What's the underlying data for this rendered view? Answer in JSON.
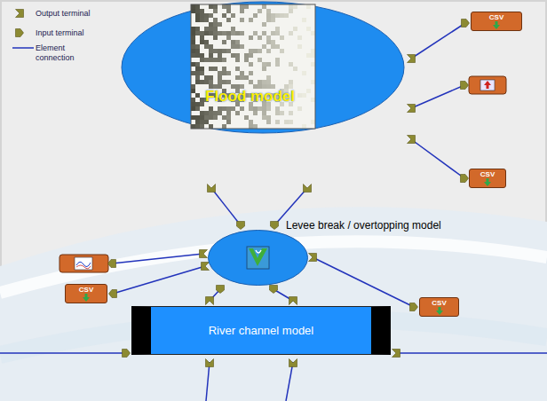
{
  "diagram": {
    "nodes": [
      {
        "text": [
          "Flood model"
        ]
      },
      {
        "text": [
          "CSV"
        ]
      },
      {
        "text": [
          "CSV"
        ]
      },
      {
        "text": [
          "Levee break / overtopping model"
        ]
      },
      {
        "text": [
          "CSV"
        ]
      },
      {
        "text": [
          "CSV"
        ]
      },
      {
        "text": [
          "River channel model"
        ]
      }
    ],
    "edges": [
      {
        "from": 0,
        "to": 1,
        "arrow": "none"
      },
      {
        "from": 0,
        "to": 2,
        "arrow": "none"
      },
      {
        "from": 0,
        "to": 3,
        "arrow": "none"
      },
      {
        "from": 0,
        "to": 3,
        "arrow": "none"
      },
      {
        "from": 3,
        "to": 4,
        "arrow": "none"
      },
      {
        "from": 3,
        "to": 5,
        "arrow": "none"
      },
      {
        "from": 6,
        "to": 3,
        "arrow": "none"
      },
      {
        "from": 6,
        "to": 3,
        "arrow": "none"
      }
    ],
    "legend": [
      {
        "text": "Output terminal"
      },
      {
        "text": "Input terminal"
      },
      {
        "text": "Element connection"
      }
    ]
  }
}
